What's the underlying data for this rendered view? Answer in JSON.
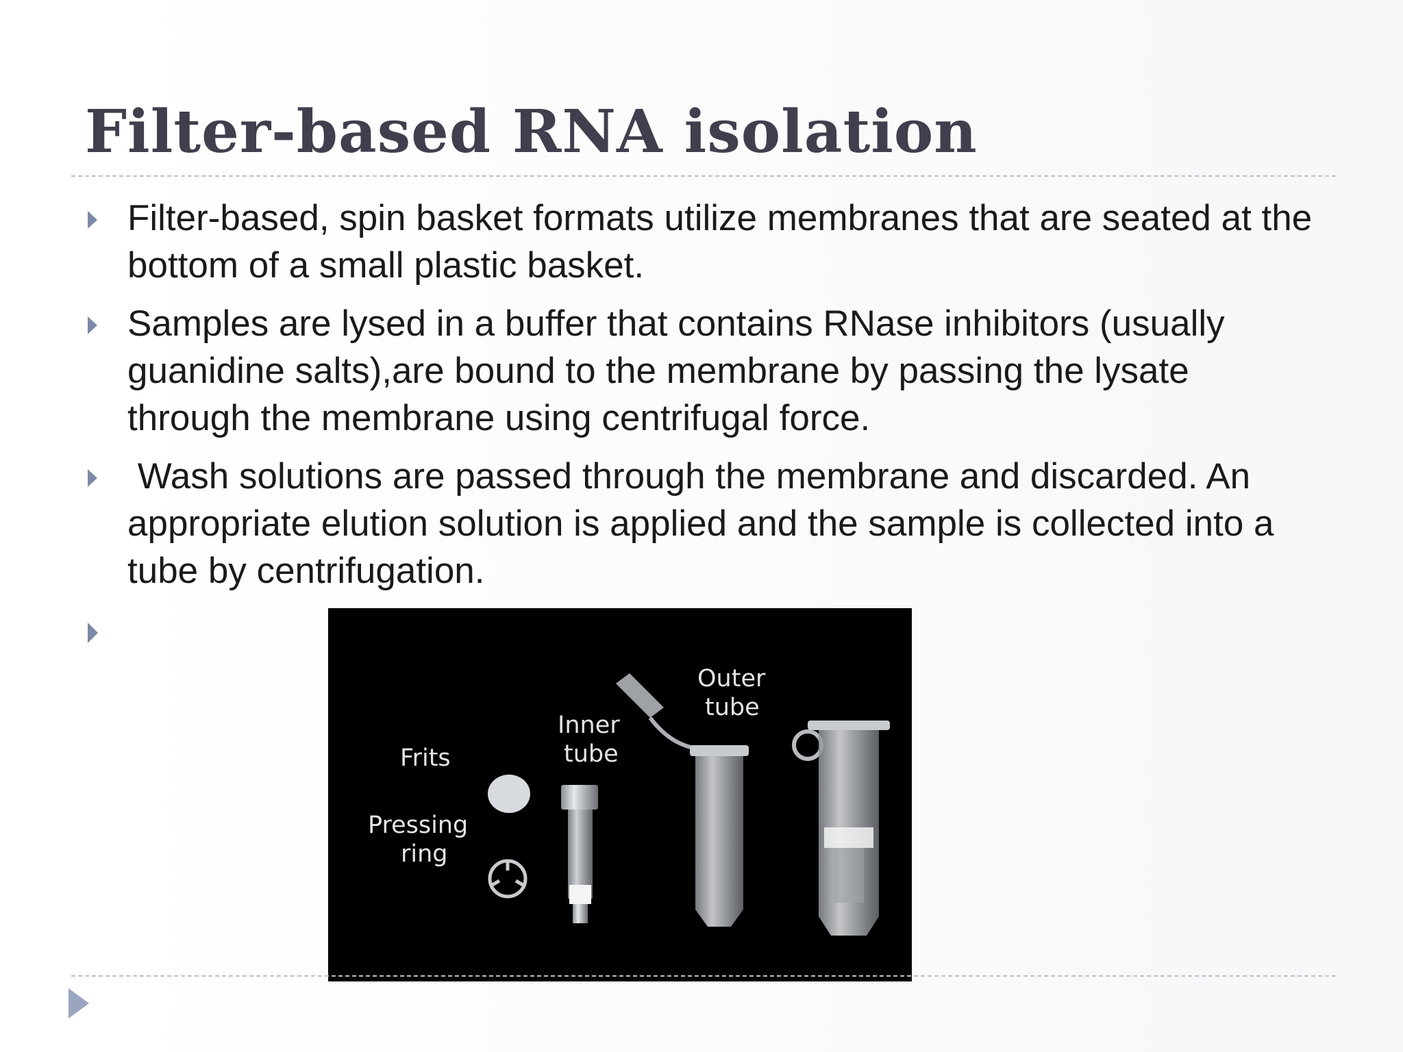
{
  "slide": {
    "title": "Filter-based RNA isolation",
    "bullets": [
      "Filter-based, spin basket formats utilize membranes that are seated at the bottom of a small plastic basket.",
      "Samples are lysed in a buffer that contains RNase inhibitors (usually guanidine salts),are bound to the membrane by passing the lysate through the membrane using centrifugal force.",
      " Wash solutions are passed through the membrane and discarded. An appropriate elution solution is applied and the sample is collected into a tube by centrifugation."
    ]
  },
  "figure": {
    "labels": {
      "frits": "Frits",
      "pressing": "Pressing",
      "ring": "ring",
      "inner": "Inner",
      "inner_tube": "tube",
      "outer": "Outer",
      "outer_tube": "tube"
    }
  },
  "colors": {
    "title": "#3f3f4d",
    "accent": "#7d8aa6",
    "rule": "#b9bfcc"
  }
}
